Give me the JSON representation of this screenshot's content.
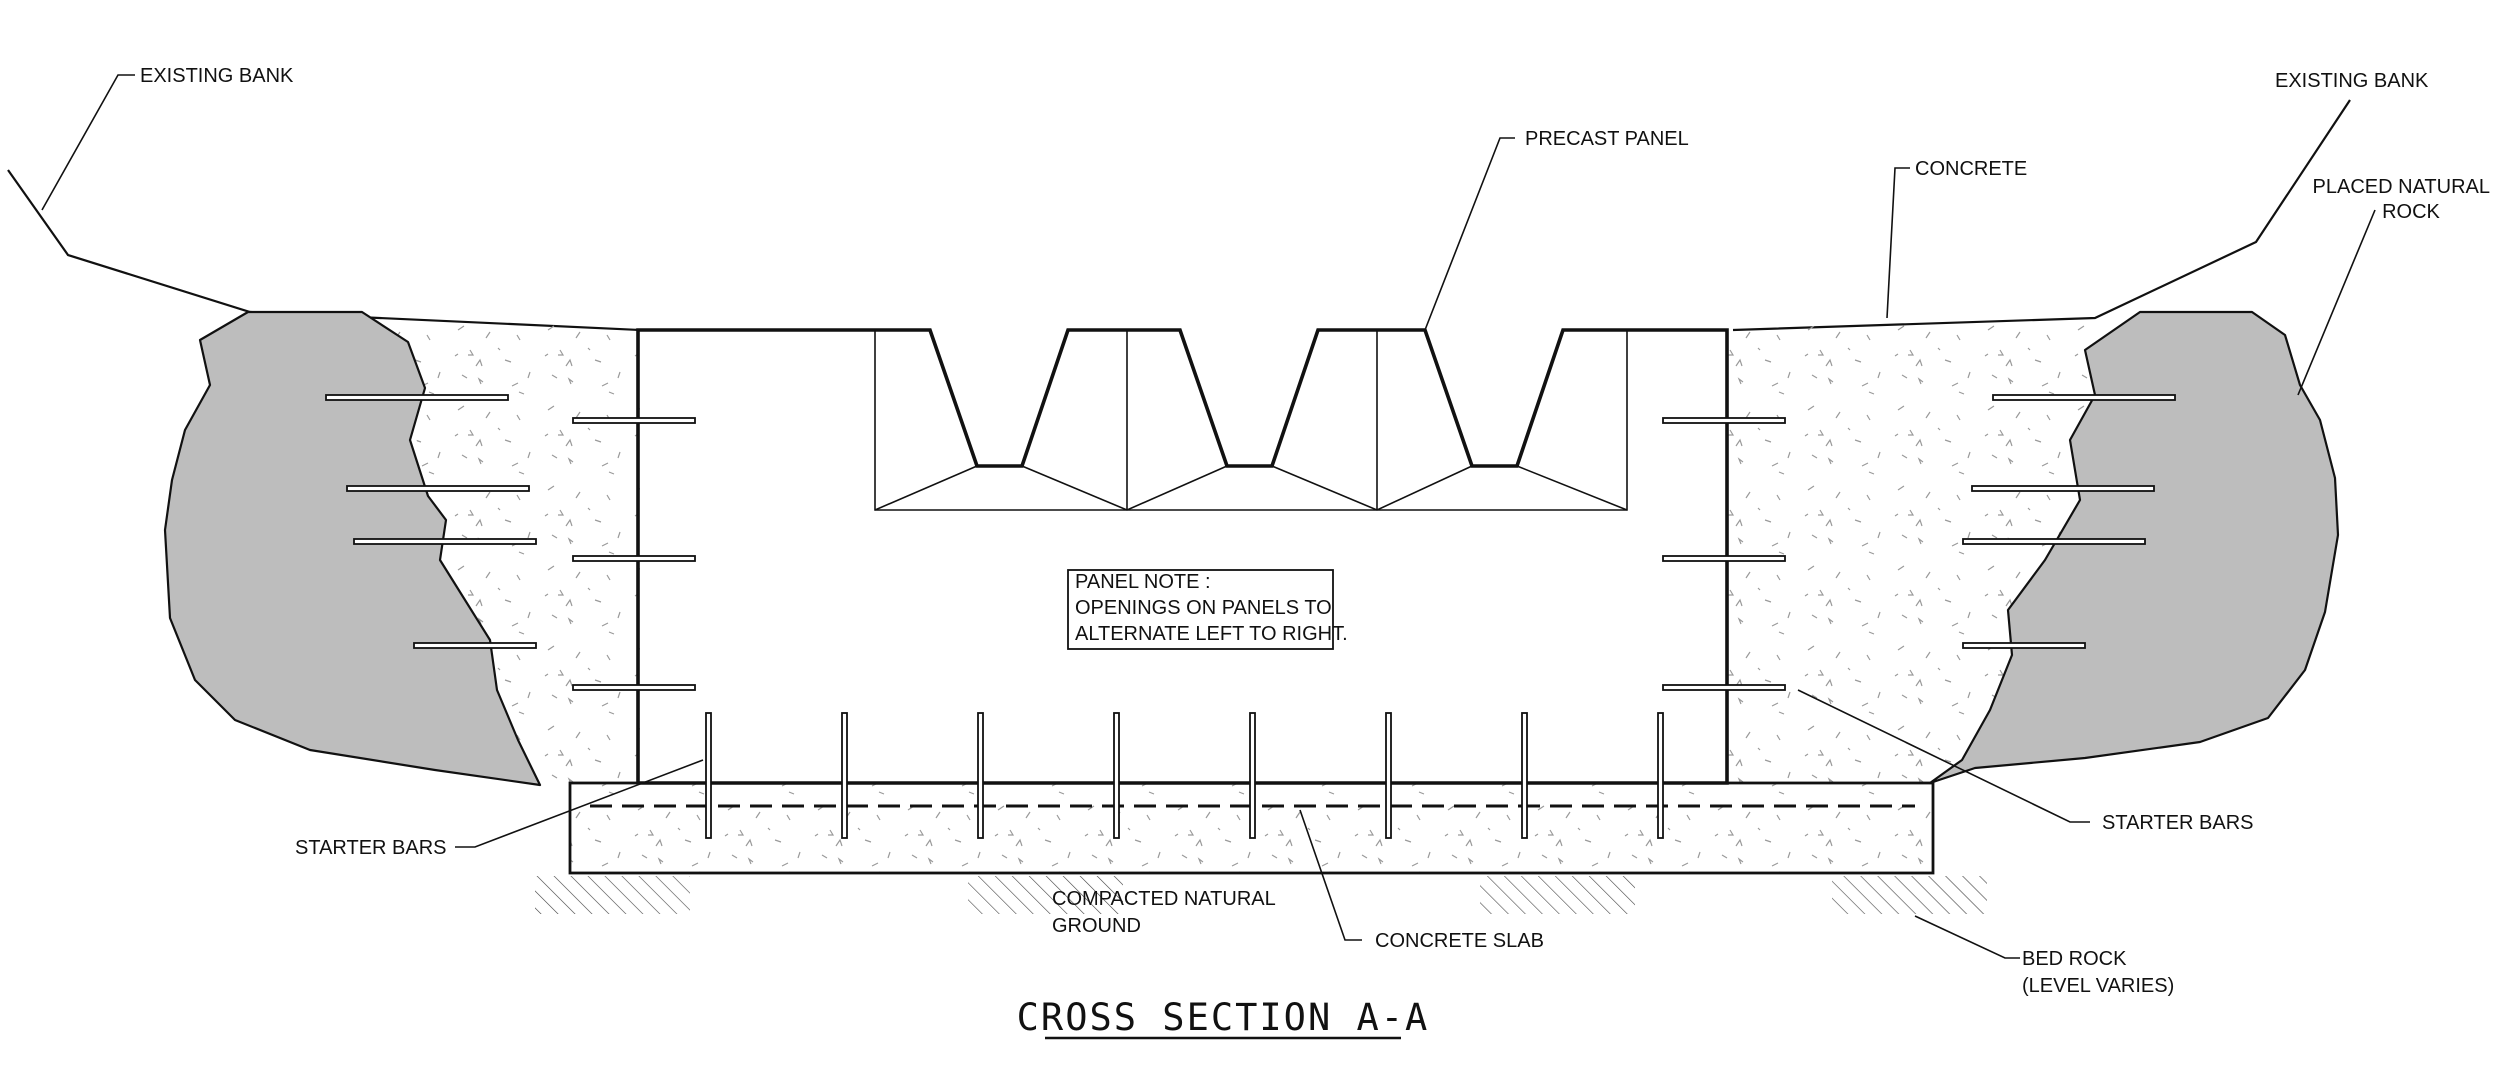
{
  "labels": {
    "existing_bank_left": "EXISTING BANK",
    "existing_bank_right": "EXISTING BANK",
    "precast_panel": "PRECAST PANEL",
    "concrete": "CONCRETE",
    "placed_natural_rock_1": "PLACED NATURAL",
    "placed_natural_rock_2": "ROCK",
    "panel_note_1": "PANEL NOTE :",
    "panel_note_2": "OPENINGS ON PANELS TO",
    "panel_note_3": "ALTERNATE LEFT TO RIGHT.",
    "starter_bars_left": "STARTER BARS",
    "starter_bars_right": "STARTER BARS",
    "compacted_ground_1": "COMPACTED NATURAL",
    "compacted_ground_2": "GROUND",
    "concrete_slab": "CONCRETE SLAB",
    "bed_rock_1": "BED ROCK",
    "bed_rock_2": "(LEVEL VARIES)"
  },
  "title": "CROSS SECTION  A-A",
  "colors": {
    "rock_fill": "#bdbdbd",
    "line": "#111111"
  }
}
